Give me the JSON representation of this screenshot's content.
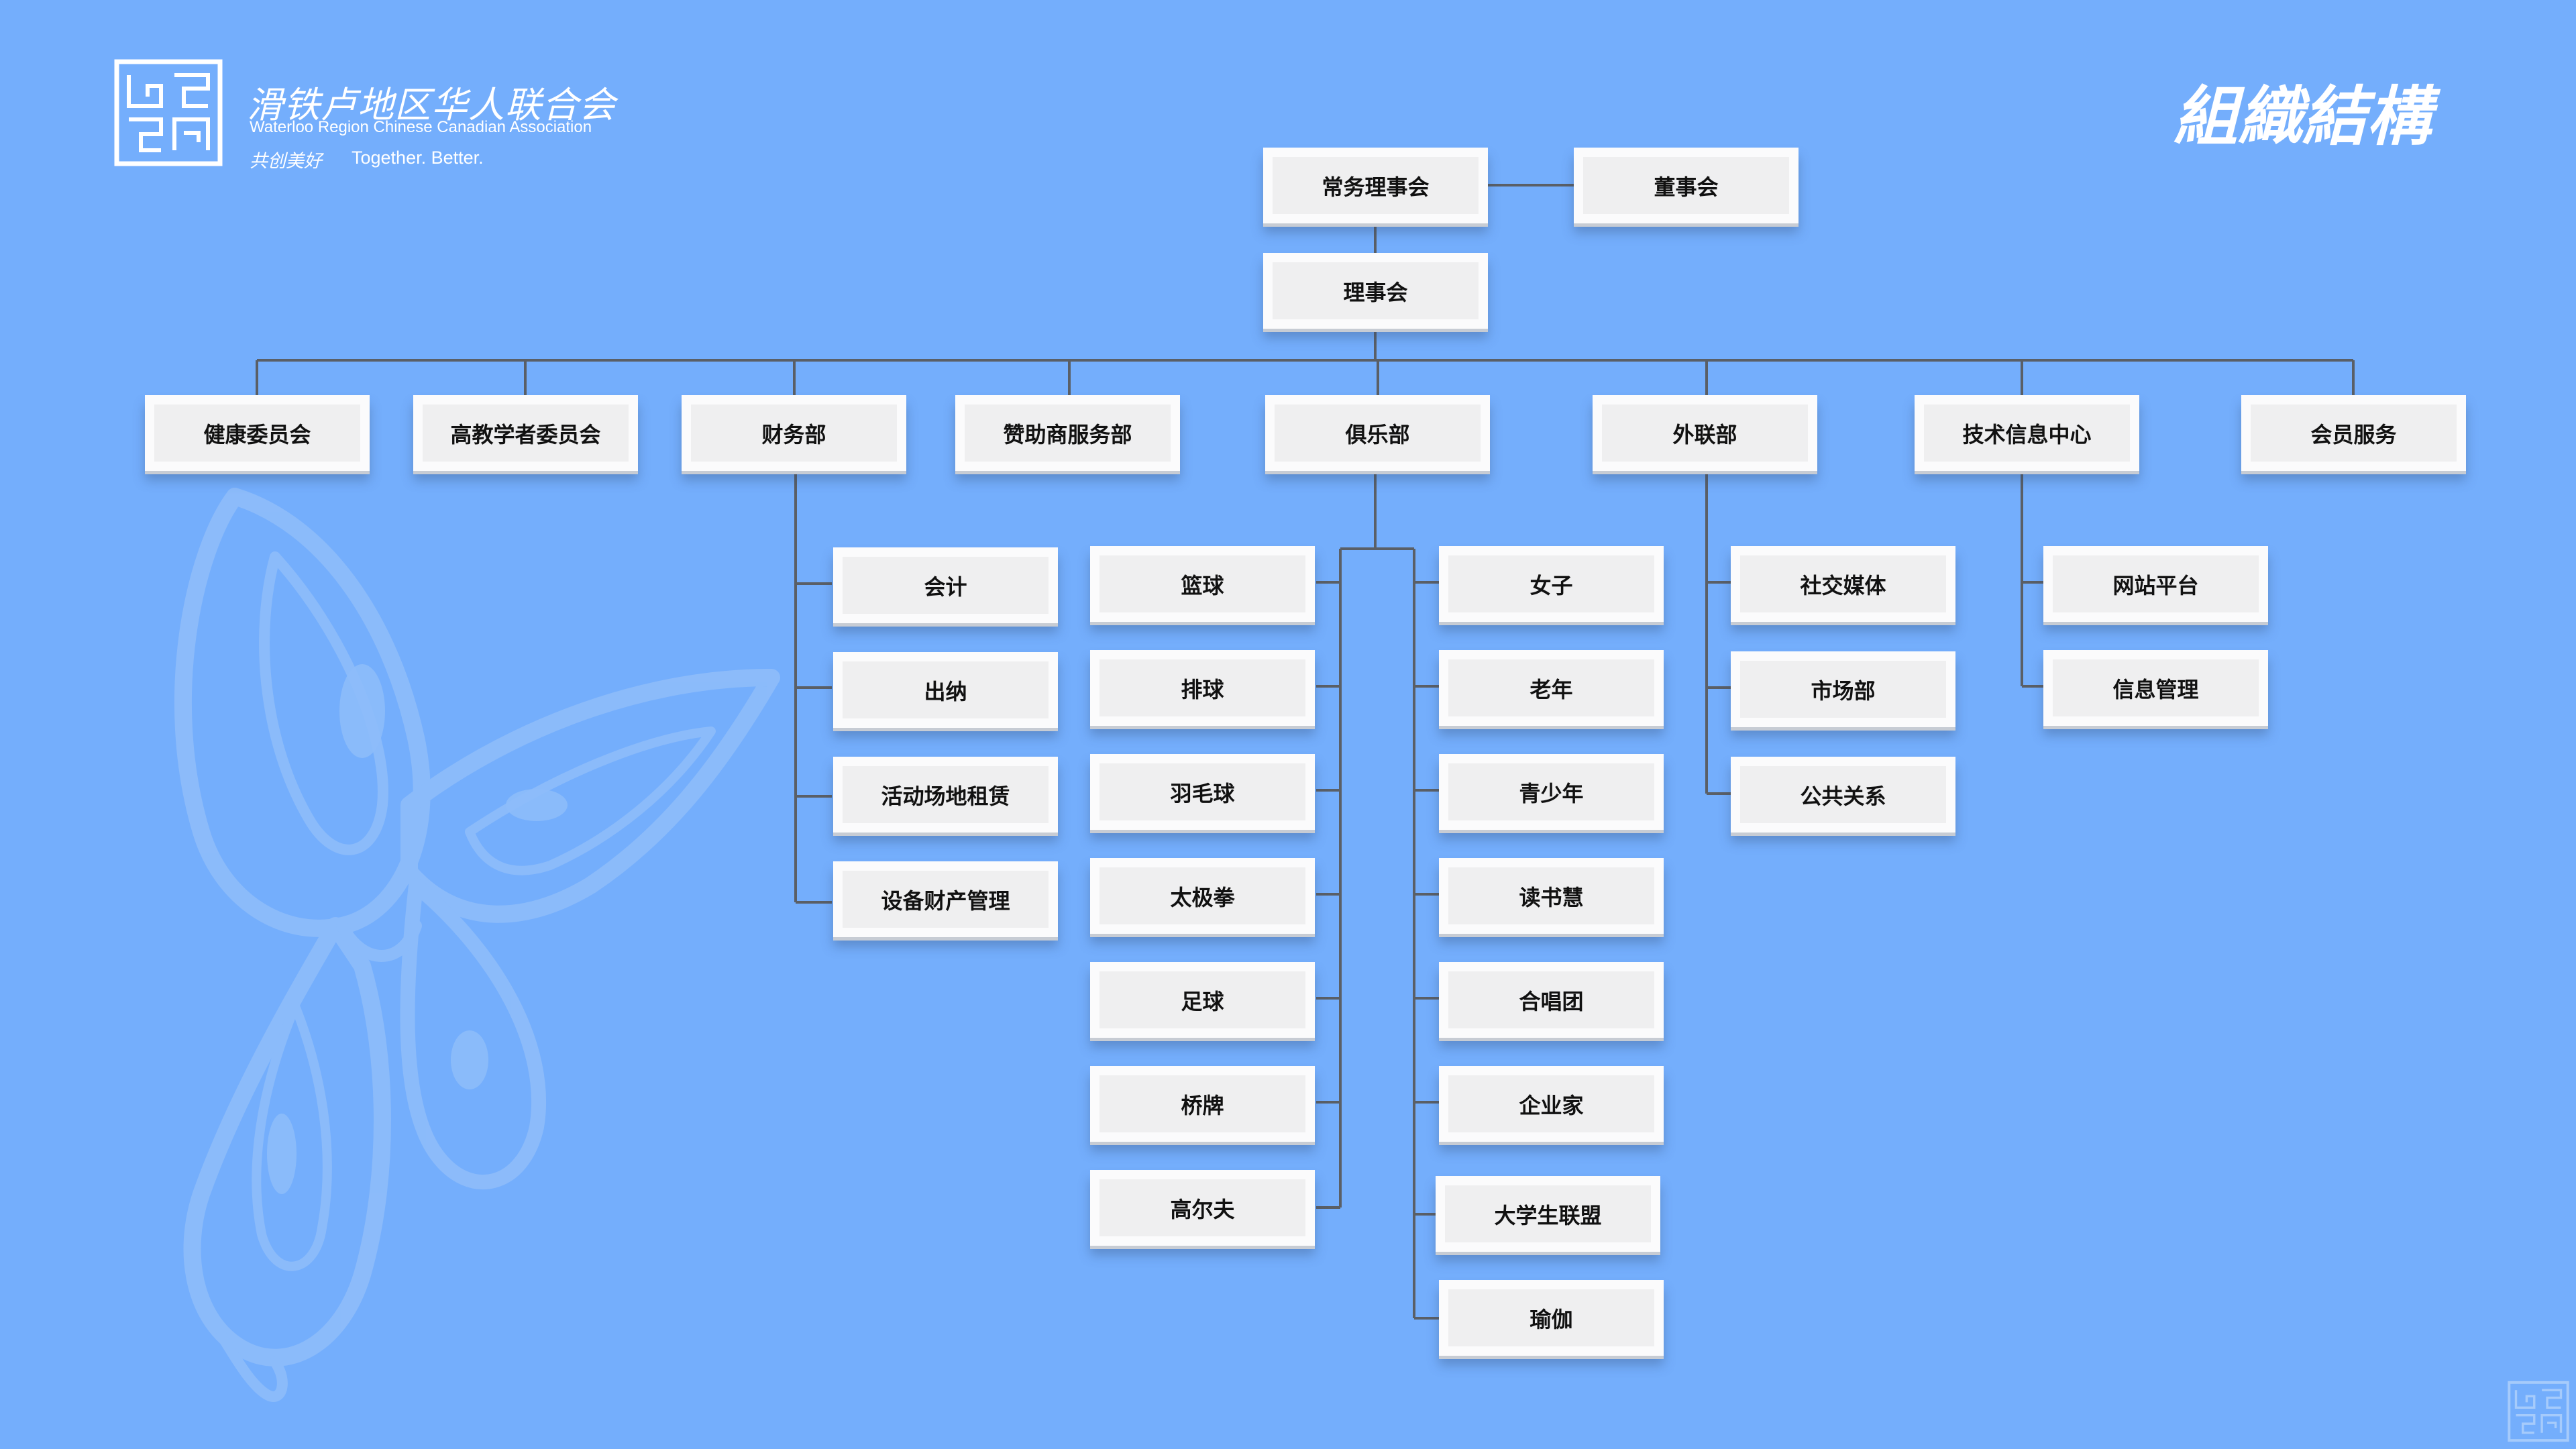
{
  "header": {
    "org_name_cn": "滑铁卢地区华人联合会",
    "org_name_en": "Waterloo Region Chinese Canadian Association",
    "slogan_cn": "共创美好",
    "slogan_en": "Together. Better.",
    "page_title": "組織結構"
  },
  "colors": {
    "background": "#74aefc",
    "box": "#efeff0",
    "line": "#5a5f66",
    "text": "#111111"
  },
  "orgchart": {
    "executive": "常务理事会",
    "board": "董事会",
    "council": "理事会",
    "departments": [
      {
        "name": "健康委员会",
        "children": []
      },
      {
        "name": "高教学者委员会",
        "children": []
      },
      {
        "name": "财务部",
        "children": [
          "会计",
          "出纳",
          "活动场地租赁",
          "设备财产管理"
        ]
      },
      {
        "name": "赞助商服务部",
        "children": []
      },
      {
        "name": "俱乐部",
        "children_left": [
          "篮球",
          "排球",
          "羽毛球",
          "太极拳",
          "足球",
          "桥牌",
          "高尔夫"
        ],
        "children_right": [
          "女子",
          "老年",
          "青少年",
          "读书慧",
          "合唱团",
          "企业家",
          "大学生联盟",
          "瑜伽"
        ]
      },
      {
        "name": "外联部",
        "children": [
          "社交媒体",
          "市场部",
          "公共关系"
        ]
      },
      {
        "name": "技术信息中心",
        "children": [
          "网站平台",
          "信息管理"
        ]
      },
      {
        "name": "会员服务",
        "children": []
      }
    ]
  }
}
